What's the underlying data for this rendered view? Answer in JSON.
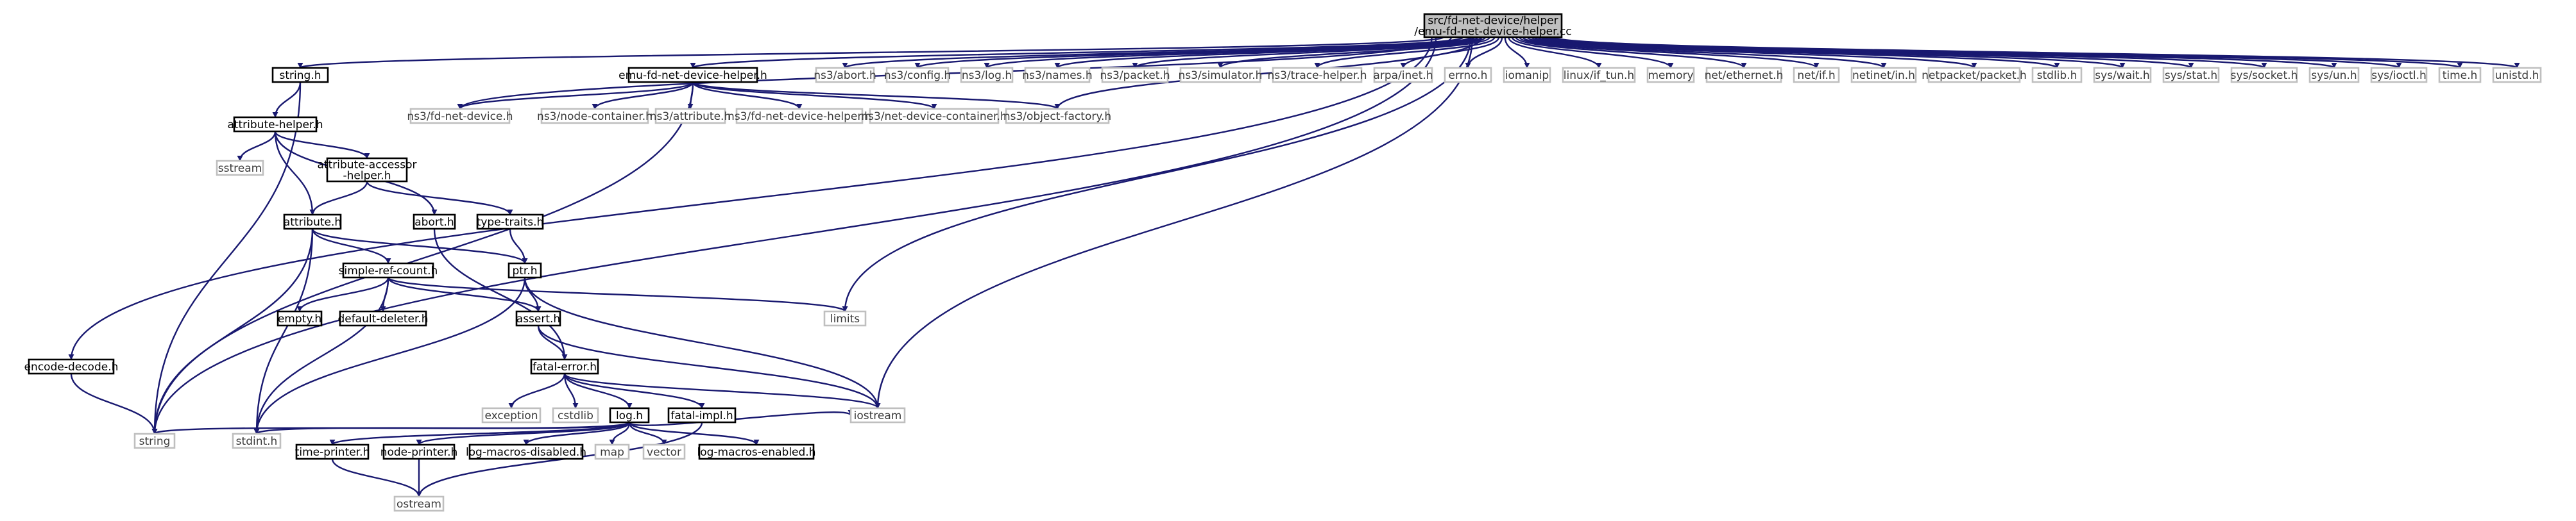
{
  "diagram": {
    "root": {
      "id": "root",
      "lines": [
        "src/fd-net-device/helper",
        "/emu-fd-net-device-helper.cc"
      ]
    },
    "nodes": [
      {
        "id": "string_h",
        "label": "string.h",
        "kind": "local"
      },
      {
        "id": "emu_h",
        "label": "emu-fd-net-device-helper.h",
        "kind": "local"
      },
      {
        "id": "ns3_abort",
        "label": "ns3/abort.h",
        "kind": "external"
      },
      {
        "id": "ns3_config",
        "label": "ns3/config.h",
        "kind": "external"
      },
      {
        "id": "ns3_log",
        "label": "ns3/log.h",
        "kind": "external"
      },
      {
        "id": "ns3_names",
        "label": "ns3/names.h",
        "kind": "external"
      },
      {
        "id": "ns3_packet",
        "label": "ns3/packet.h",
        "kind": "external"
      },
      {
        "id": "ns3_simulator",
        "label": "ns3/simulator.h",
        "kind": "external"
      },
      {
        "id": "ns3_trace",
        "label": "ns3/trace-helper.h",
        "kind": "external"
      },
      {
        "id": "arpa_inet",
        "label": "arpa/inet.h",
        "kind": "external"
      },
      {
        "id": "errno_h",
        "label": "errno.h",
        "kind": "external"
      },
      {
        "id": "iomanip",
        "label": "iomanip",
        "kind": "external"
      },
      {
        "id": "if_tun",
        "label": "linux/if_tun.h",
        "kind": "external"
      },
      {
        "id": "memory",
        "label": "memory",
        "kind": "external"
      },
      {
        "id": "net_ethernet",
        "label": "net/ethernet.h",
        "kind": "external"
      },
      {
        "id": "net_if",
        "label": "net/if.h",
        "kind": "external"
      },
      {
        "id": "netinet_in",
        "label": "netinet/in.h",
        "kind": "external"
      },
      {
        "id": "netpacket",
        "label": "netpacket/packet.h",
        "kind": "external"
      },
      {
        "id": "stdlib_h",
        "label": "stdlib.h",
        "kind": "external"
      },
      {
        "id": "sys_wait",
        "label": "sys/wait.h",
        "kind": "external"
      },
      {
        "id": "sys_stat",
        "label": "sys/stat.h",
        "kind": "external"
      },
      {
        "id": "sys_socket",
        "label": "sys/socket.h",
        "kind": "external"
      },
      {
        "id": "sys_un",
        "label": "sys/un.h",
        "kind": "external"
      },
      {
        "id": "sys_ioctl",
        "label": "sys/ioctl.h",
        "kind": "external"
      },
      {
        "id": "time_h",
        "label": "time.h",
        "kind": "external"
      },
      {
        "id": "unistd_h",
        "label": "unistd.h",
        "kind": "external"
      },
      {
        "id": "ns3_fd_net_device",
        "label": "ns3/fd-net-device.h",
        "kind": "external"
      },
      {
        "id": "ns3_node_container",
        "label": "ns3/node-container.h",
        "kind": "external"
      },
      {
        "id": "ns3_attribute",
        "label": "ns3/attribute.h",
        "kind": "external"
      },
      {
        "id": "ns3_fd_helper",
        "label": "ns3/fd-net-device-helper.h",
        "kind": "external"
      },
      {
        "id": "ns3_net_container",
        "label": "ns3/net-device-container.h",
        "kind": "external"
      },
      {
        "id": "ns3_object_factory",
        "label": "ns3/object-factory.h",
        "kind": "external"
      },
      {
        "id": "attribute_helper",
        "label": "attribute-helper.h",
        "kind": "local"
      },
      {
        "id": "sstream",
        "label": "sstream",
        "kind": "external"
      },
      {
        "id": "accessor_helper",
        "lines": [
          "attribute-accessor",
          "-helper.h"
        ],
        "kind": "local"
      },
      {
        "id": "attribute_h",
        "label": "attribute.h",
        "kind": "local"
      },
      {
        "id": "abort_h",
        "label": "abort.h",
        "kind": "local"
      },
      {
        "id": "type_traits",
        "label": "type-traits.h",
        "kind": "local"
      },
      {
        "id": "ptr_h",
        "label": "ptr.h",
        "kind": "local"
      },
      {
        "id": "simple_ref",
        "label": "simple-ref-count.h",
        "kind": "local"
      },
      {
        "id": "empty_h",
        "label": "empty.h",
        "kind": "local"
      },
      {
        "id": "default_deleter",
        "label": "default-deleter.h",
        "kind": "local"
      },
      {
        "id": "assert_h",
        "label": "assert.h",
        "kind": "local"
      },
      {
        "id": "limits",
        "label": "limits",
        "kind": "external"
      },
      {
        "id": "fatal_error",
        "label": "fatal-error.h",
        "kind": "local"
      },
      {
        "id": "exception",
        "label": "exception",
        "kind": "external"
      },
      {
        "id": "cstdlib",
        "label": "cstdlib",
        "kind": "external"
      },
      {
        "id": "log_h",
        "label": "log.h",
        "kind": "local"
      },
      {
        "id": "fatal_impl",
        "label": "fatal-impl.h",
        "kind": "local"
      },
      {
        "id": "encode_decode",
        "label": "encode-decode.h",
        "kind": "local"
      },
      {
        "id": "string",
        "label": "string",
        "kind": "external"
      },
      {
        "id": "stdint_h",
        "label": "stdint.h",
        "kind": "external"
      },
      {
        "id": "time_printer",
        "label": "time-printer.h",
        "kind": "local"
      },
      {
        "id": "node_printer",
        "label": "node-printer.h",
        "kind": "local"
      },
      {
        "id": "log_disabled",
        "label": "log-macros-disabled.h",
        "kind": "local"
      },
      {
        "id": "map",
        "label": "map",
        "kind": "external"
      },
      {
        "id": "vector",
        "label": "vector",
        "kind": "external"
      },
      {
        "id": "log_enabled",
        "label": "log-macros-enabled.h",
        "kind": "local"
      },
      {
        "id": "iostream",
        "label": "iostream",
        "kind": "external"
      },
      {
        "id": "ostream",
        "label": "ostream",
        "kind": "external"
      }
    ],
    "edges": [
      [
        "root",
        "string"
      ],
      [
        "root",
        "encode_decode"
      ],
      [
        "root",
        "string_h"
      ],
      [
        "root",
        "limits"
      ],
      [
        "root",
        "ns3_fd_net_device"
      ],
      [
        "root",
        "emu_h"
      ],
      [
        "root",
        "ns3_object_factory"
      ],
      [
        "root",
        "iostream"
      ],
      [
        "root",
        "ns3_abort"
      ],
      [
        "root",
        "ns3_config"
      ],
      [
        "root",
        "ns3_log"
      ],
      [
        "root",
        "ns3_names"
      ],
      [
        "root",
        "ns3_packet"
      ],
      [
        "root",
        "ns3_simulator"
      ],
      [
        "root",
        "ns3_trace"
      ],
      [
        "root",
        "arpa_inet"
      ],
      [
        "root",
        "errno_h"
      ],
      [
        "root",
        "iomanip"
      ],
      [
        "root",
        "if_tun"
      ],
      [
        "root",
        "memory"
      ],
      [
        "root",
        "net_ethernet"
      ],
      [
        "root",
        "net_if"
      ],
      [
        "root",
        "netinet_in"
      ],
      [
        "root",
        "netpacket"
      ],
      [
        "root",
        "stdlib_h"
      ],
      [
        "root",
        "sys_wait"
      ],
      [
        "root",
        "sys_stat"
      ],
      [
        "root",
        "sys_socket"
      ],
      [
        "root",
        "sys_un"
      ],
      [
        "root",
        "sys_ioctl"
      ],
      [
        "root",
        "time_h"
      ],
      [
        "root",
        "unistd_h"
      ],
      [
        "string_h",
        "attribute_helper"
      ],
      [
        "string_h",
        "string"
      ],
      [
        "emu_h",
        "ns3_fd_net_device"
      ],
      [
        "emu_h",
        "ns3_node_container"
      ],
      [
        "emu_h",
        "ns3_attribute"
      ],
      [
        "emu_h",
        "ns3_fd_helper"
      ],
      [
        "emu_h",
        "ns3_net_container"
      ],
      [
        "emu_h",
        "ns3_object_factory"
      ],
      [
        "emu_h",
        "string"
      ],
      [
        "attribute_helper",
        "sstream"
      ],
      [
        "attribute_helper",
        "accessor_helper"
      ],
      [
        "attribute_helper",
        "attribute_h"
      ],
      [
        "attribute_helper",
        "abort_h"
      ],
      [
        "accessor_helper",
        "attribute_h"
      ],
      [
        "accessor_helper",
        "type_traits"
      ],
      [
        "attribute_h",
        "ptr_h"
      ],
      [
        "attribute_h",
        "simple_ref"
      ],
      [
        "attribute_h",
        "string"
      ],
      [
        "attribute_h",
        "stdint_h"
      ],
      [
        "abort_h",
        "fatal_error"
      ],
      [
        "type_traits",
        "ptr_h"
      ],
      [
        "ptr_h",
        "assert_h"
      ],
      [
        "ptr_h",
        "iostream"
      ],
      [
        "ptr_h",
        "stdint_h"
      ],
      [
        "simple_ref",
        "empty_h"
      ],
      [
        "simple_ref",
        "default_deleter"
      ],
      [
        "simple_ref",
        "assert_h"
      ],
      [
        "simple_ref",
        "limits"
      ],
      [
        "simple_ref",
        "stdint_h"
      ],
      [
        "assert_h",
        "fatal_error"
      ],
      [
        "assert_h",
        "iostream"
      ],
      [
        "fatal_error",
        "exception"
      ],
      [
        "fatal_error",
        "cstdlib"
      ],
      [
        "fatal_error",
        "log_h"
      ],
      [
        "fatal_error",
        "fatal_impl"
      ],
      [
        "fatal_error",
        "iostream"
      ],
      [
        "log_h",
        "string"
      ],
      [
        "log_h",
        "stdint_h"
      ],
      [
        "log_h",
        "time_printer"
      ],
      [
        "log_h",
        "node_printer"
      ],
      [
        "log_h",
        "log_disabled"
      ],
      [
        "log_h",
        "map"
      ],
      [
        "log_h",
        "vector"
      ],
      [
        "log_h",
        "log_enabled"
      ],
      [
        "log_h",
        "iostream"
      ],
      [
        "fatal_impl",
        "ostream"
      ],
      [
        "time_printer",
        "ostream"
      ],
      [
        "node_printer",
        "ostream"
      ],
      [
        "encode_decode",
        "string"
      ]
    ]
  },
  "colors": {
    "edge": "#191970",
    "local_border": "#000000",
    "external_border": "#bfbfbf",
    "root_fill": "#bfbfbf"
  }
}
